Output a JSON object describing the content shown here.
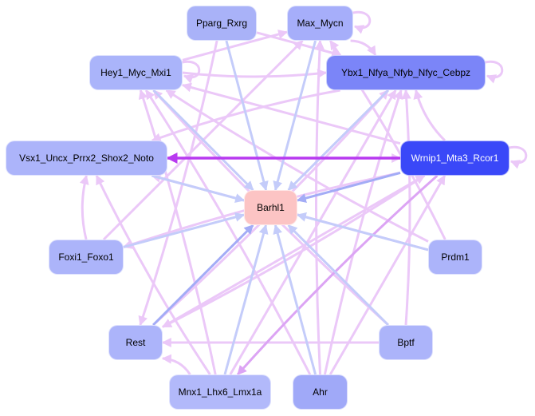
{
  "title": "Regulatory network: Barhl1",
  "colors": {
    "edge_light_purple": "#ebc8f8",
    "edge_light_blue": "#c4ccfa",
    "edge_blue": "#a3acf6",
    "edge_magenta": "#b83af0",
    "edge_mid_purple": "#dca4f4"
  },
  "nodes": [
    {
      "id": "Pparg_Rxrg",
      "label": "Pparg_Rxrg",
      "fill": "#a9b2f8"
    },
    {
      "id": "Max_Mycn",
      "label": "Max_Mycn",
      "fill": "#a6aefa"
    },
    {
      "id": "Hey1_Myc_Mxi1",
      "label": "Hey1_Myc_Mxi1",
      "fill": "#aab4fa"
    },
    {
      "id": "Ybx1_Nfya_Nfyb_Nfyc_Cebpz",
      "label": "Ybx1_Nfya_Nfyb_Nfyc_Cebpz",
      "fill": "#7b85f8"
    },
    {
      "id": "Vsx1_Uncx_Prrx2_Shox2_Noto",
      "label": "Vsx1_Uncx_Prrx2_Shox2_Noto",
      "fill": "#acb4fa"
    },
    {
      "id": "Wrnip1_Mta3_Rcor1",
      "label": "Wrnip1_Mta3_Rcor1",
      "fill": "#3a48f8",
      "text": "#ffffff"
    },
    {
      "id": "Barhl1",
      "label": "Barhl1",
      "fill": "#fcc4c4"
    },
    {
      "id": "Foxi1_Foxo1",
      "label": "Foxi1_Foxo1",
      "fill": "#acb4fa"
    },
    {
      "id": "Prdm1",
      "label": "Prdm1",
      "fill": "#acb4fa"
    },
    {
      "id": "Rest",
      "label": "Rest",
      "fill": "#acb4fa"
    },
    {
      "id": "Bptf",
      "label": "Bptf",
      "fill": "#acb4fa"
    },
    {
      "id": "Mnx1_Lhx6_Lmx1a",
      "label": "Mnx1_Lhx6_Lmx1a",
      "fill": "#b2b9fa"
    },
    {
      "id": "Ahr",
      "label": "Ahr",
      "fill": "#a0a9f8"
    }
  ],
  "edges": [
    {
      "from": "Pparg_Rxrg",
      "to": "Barhl1",
      "color": "edge_light_blue"
    },
    {
      "from": "Max_Mycn",
      "to": "Barhl1",
      "color": "edge_light_blue"
    },
    {
      "from": "Hey1_Myc_Mxi1",
      "to": "Barhl1",
      "color": "edge_light_blue"
    },
    {
      "from": "Ybx1_Nfya_Nfyb_Nfyc_Cebpz",
      "to": "Barhl1",
      "color": "edge_light_blue"
    },
    {
      "from": "Vsx1_Uncx_Prrx2_Shox2_Noto",
      "to": "Barhl1",
      "color": "edge_light_blue"
    },
    {
      "from": "Wrnip1_Mta3_Rcor1",
      "to": "Barhl1",
      "color": "edge_blue"
    },
    {
      "from": "Foxi1_Foxo1",
      "to": "Barhl1",
      "color": "edge_light_blue"
    },
    {
      "from": "Prdm1",
      "to": "Barhl1",
      "color": "edge_light_blue"
    },
    {
      "from": "Rest",
      "to": "Barhl1",
      "color": "edge_blue"
    },
    {
      "from": "Bptf",
      "to": "Barhl1",
      "color": "edge_light_blue"
    },
    {
      "from": "Mnx1_Lhx6_Lmx1a",
      "to": "Barhl1",
      "color": "edge_light_blue"
    },
    {
      "from": "Ahr",
      "to": "Barhl1",
      "color": "edge_light_blue"
    },
    {
      "from": "Wrnip1_Mta3_Rcor1",
      "to": "Vsx1_Uncx_Prrx2_Shox2_Noto",
      "color": "edge_magenta"
    },
    {
      "from": "Wrnip1_Mta3_Rcor1",
      "to": "Ybx1_Nfya_Nfyb_Nfyc_Cebpz",
      "color": "edge_light_purple"
    },
    {
      "from": "Wrnip1_Mta3_Rcor1",
      "to": "Hey1_Myc_Mxi1",
      "color": "edge_light_purple"
    },
    {
      "from": "Wrnip1_Mta3_Rcor1",
      "to": "Foxi1_Foxo1",
      "color": "edge_light_purple"
    },
    {
      "from": "Wrnip1_Mta3_Rcor1",
      "to": "Mnx1_Lhx6_Lmx1a",
      "color": "edge_mid_purple"
    },
    {
      "from": "Wrnip1_Mta3_Rcor1",
      "to": "Rest",
      "color": "edge_light_purple"
    },
    {
      "from": "Hey1_Myc_Mxi1",
      "to": "Max_Mycn",
      "color": "edge_light_purple"
    },
    {
      "from": "Hey1_Myc_Mxi1",
      "to": "Ybx1_Nfya_Nfyb_Nfyc_Cebpz",
      "color": "edge_light_purple"
    },
    {
      "from": "Max_Mycn",
      "to": "Ybx1_Nfya_Nfyb_Nfyc_Cebpz",
      "color": "edge_light_purple"
    },
    {
      "from": "Pparg_Rxrg",
      "to": "Ybx1_Nfya_Nfyb_Nfyc_Cebpz",
      "color": "edge_light_purple"
    },
    {
      "from": "Ybx1_Nfya_Nfyb_Nfyc_Cebpz",
      "to": "Vsx1_Uncx_Prrx2_Shox2_Noto",
      "color": "edge_light_purple"
    },
    {
      "from": "Prdm1",
      "to": "Hey1_Myc_Mxi1",
      "color": "edge_light_purple"
    },
    {
      "from": "Prdm1",
      "to": "Vsx1_Uncx_Prrx2_Shox2_Noto",
      "color": "edge_light_purple"
    },
    {
      "from": "Prdm1",
      "to": "Max_Mycn",
      "color": "edge_light_purple"
    },
    {
      "from": "Foxi1_Foxo1",
      "to": "Vsx1_Uncx_Prrx2_Shox2_Noto",
      "color": "edge_light_purple"
    },
    {
      "from": "Foxi1_Foxo1",
      "to": "Max_Mycn",
      "color": "edge_light_purple"
    },
    {
      "from": "Mnx1_Lhx6_Lmx1a",
      "to": "Hey1_Myc_Mxi1",
      "color": "edge_light_purple"
    },
    {
      "from": "Mnx1_Lhx6_Lmx1a",
      "to": "Vsx1_Uncx_Prrx2_Shox2_Noto",
      "color": "edge_light_purple"
    },
    {
      "from": "Mnx1_Lhx6_Lmx1a",
      "to": "Ybx1_Nfya_Nfyb_Nfyc_Cebpz",
      "color": "edge_light_purple"
    },
    {
      "from": "Mnx1_Lhx6_Lmx1a",
      "to": "Rest",
      "color": "edge_light_purple"
    },
    {
      "from": "Ahr",
      "to": "Ybx1_Nfya_Nfyb_Nfyc_Cebpz",
      "color": "edge_light_purple"
    },
    {
      "from": "Ahr",
      "to": "Wrnip1_Mta3_Rcor1",
      "color": "edge_light_purple"
    },
    {
      "from": "Ahr",
      "to": "Hey1_Myc_Mxi1",
      "color": "edge_light_purple"
    },
    {
      "from": "Ahr",
      "to": "Max_Mycn",
      "color": "edge_light_purple"
    },
    {
      "from": "Bptf",
      "to": "Rest",
      "color": "edge_light_purple"
    },
    {
      "from": "Bptf",
      "to": "Ybx1_Nfya_Nfyb_Nfyc_Cebpz",
      "color": "edge_light_purple"
    },
    {
      "from": "Bptf",
      "to": "Hey1_Myc_Mxi1",
      "color": "edge_light_purple"
    },
    {
      "from": "Rest",
      "to": "Wrnip1_Mta3_Rcor1",
      "color": "edge_light_purple"
    },
    {
      "from": "Rest",
      "to": "Ybx1_Nfya_Nfyb_Nfyc_Cebpz",
      "color": "edge_light_purple"
    },
    {
      "from": "Pparg_Rxrg",
      "to": "Rest",
      "color": "edge_light_purple"
    },
    {
      "from": "Vsx1_Uncx_Prrx2_Shox2_Noto",
      "to": "Wrnip1_Mta3_Rcor1",
      "color": "edge_light_purple"
    }
  ],
  "self_loops": [
    {
      "node": "Max_Mycn",
      "color": "edge_light_purple"
    },
    {
      "node": "Hey1_Myc_Mxi1",
      "color": "edge_light_purple"
    },
    {
      "node": "Ybx1_Nfya_Nfyb_Nfyc_Cebpz",
      "color": "edge_light_purple"
    },
    {
      "node": "Wrnip1_Mta3_Rcor1",
      "color": "edge_light_purple"
    }
  ]
}
